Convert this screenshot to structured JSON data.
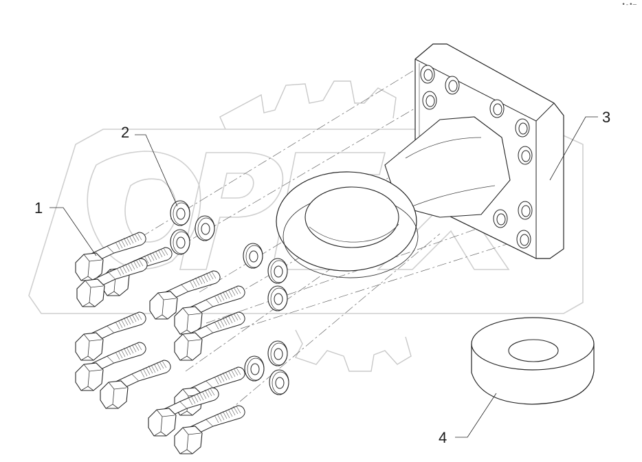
{
  "diagram": {
    "watermark": "OPEX",
    "callouts": [
      {
        "id": "1",
        "label": "1"
      },
      {
        "id": "2",
        "label": "2"
      },
      {
        "id": "3",
        "label": "3"
      },
      {
        "id": "4",
        "label": "4"
      }
    ],
    "corner_mark": "•-•—"
  }
}
